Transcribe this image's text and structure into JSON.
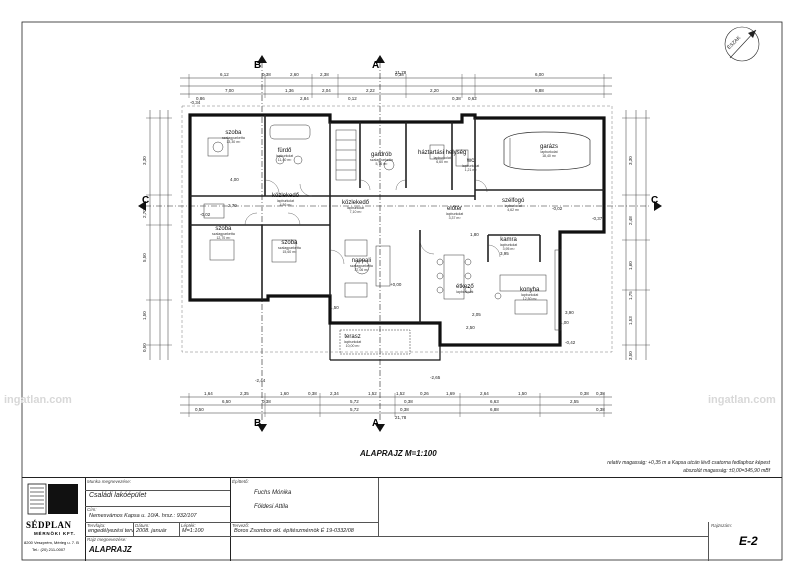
{
  "watermark": "ingatlan.com",
  "north_label": "ÉSZAK",
  "plan_title": "ALAPRAJZ M=1:100",
  "section_marks": {
    "a": "A",
    "b": "B",
    "c": "C"
  },
  "rooms": [
    {
      "name": "szoba",
      "floor": "szalagparketta",
      "area": "13,30 m²"
    },
    {
      "name": "fürdő",
      "floor": "lapburkolat",
      "area": "11,40 m²"
    },
    {
      "name": "gardrób",
      "floor": "szalagparketta",
      "area": "5,76 m²"
    },
    {
      "name": "háztartási helység",
      "floor": "lapburkolat",
      "area": "6,60 m²"
    },
    {
      "name": "wc",
      "floor": "lapburkolat",
      "area": "1,21 m²"
    },
    {
      "name": "garázs",
      "floor": "lapburkolat",
      "area": "18,40 m²"
    },
    {
      "name": "közlekedő",
      "floor": "lapburkolat",
      "area": "4,86 m²"
    },
    {
      "name": "közlekedő",
      "floor": "lapburkolat",
      "area": "7,10 m²"
    },
    {
      "name": "előtér",
      "floor": "lapburkolat",
      "area": "3,37 m²"
    },
    {
      "name": "szélfogó",
      "floor": "lapburkolat",
      "area": "4,62 m²"
    },
    {
      "name": "szoba",
      "floor": "szalagparketta",
      "area": "12,70 m²"
    },
    {
      "name": "szoba",
      "floor": "szalagparketta",
      "area": "15,60 m²"
    },
    {
      "name": "nappali",
      "floor": "szalagparketta",
      "area": "37,06 m²"
    },
    {
      "name": "kamra",
      "floor": "lapburkolat",
      "area": "3,95 m²"
    },
    {
      "name": "étkező",
      "floor": "lapburkolat",
      "area": ""
    },
    {
      "name": "konyha",
      "floor": "lapburkolat",
      "area": "12,50 m²"
    },
    {
      "name": "terasz",
      "floor": "lapburkolat",
      "area": "10,00 m²"
    }
  ],
  "dims": {
    "top1": [
      "6,12",
      "0,38",
      "2,60",
      "2,38",
      "0,38",
      "6,00"
    ],
    "total": "21,78",
    "top2": [
      "7,00",
      "1,36",
      "2,04",
      "2,22",
      "2,20",
      "6,88"
    ],
    "top3": [
      "0,86",
      "2,84",
      "0,12",
      "0,38",
      "0,62"
    ],
    "bot1": [
      "1,64",
      "2,35",
      "1,60",
      "0,38",
      "2,34",
      "1,52",
      "1,52",
      "0,26",
      "1,69",
      "2,64",
      "1,50",
      "0,38",
      "0,38"
    ],
    "bot2": [
      "6,50",
      "0,38",
      "5,72",
      "0,38",
      "6,63",
      "2,55"
    ],
    "bot3": [
      "0,50",
      "5,72",
      "0,38",
      "6,88",
      "0,38"
    ],
    "left": [
      "3,30",
      "2,70",
      "5,50",
      "1,50",
      "0,50"
    ],
    "right": [
      "3,30",
      "2,48",
      "1,60",
      "1,75",
      "1,53",
      "3,50"
    ],
    "misc": [
      "+0,00",
      "-0,02",
      "-0,02",
      "-0,37",
      "-0,34",
      "-2,44",
      "-2,65",
      "-0,42",
      "2,50",
      "2,05",
      "1,00",
      "1,50",
      "4,00",
      "3,95",
      "2,70",
      "3,90",
      "1,80"
    ]
  },
  "notes": [
    "relatív magasság: +0,35 m a Kapsa utcán lévő csatorna fedlaphoz képest",
    "abszolút magasság: ±0,00=345,90 mBf"
  ],
  "title_block": {
    "company": "SÉDPLAN",
    "company_sub": "MÉRNÖKI KFT.",
    "company_addr": "8200 Veszprém, Mérleg u. 7. B",
    "company_tel": "Tel.: (20) 211-0007",
    "label_project": "Munka megnevezése:",
    "project": "Családi lakóépület",
    "label_site": "Cím:",
    "site": "Nemesvámos Kapsa u. 10/A. hrsz.: 932/107",
    "label_phase": "Tervfajta:",
    "phase": "engedélyezési terv",
    "label_date": "Dátum:",
    "date": "2008. január",
    "label_scale": "Lépték:",
    "scale": "M=1:100",
    "label_drawing": "Rajz megnevezése:",
    "drawing": "ALAPRAJZ",
    "label_client": "Építtető:",
    "client1": "Fuchs Mónika",
    "client2": "Földesi Attila",
    "label_designer": "Tervező:",
    "designer": "Boros Zsombor  okl. építészmérnök É 19-0332/08",
    "label_sheet": "Rajzszám:",
    "sheet": "E-2"
  }
}
